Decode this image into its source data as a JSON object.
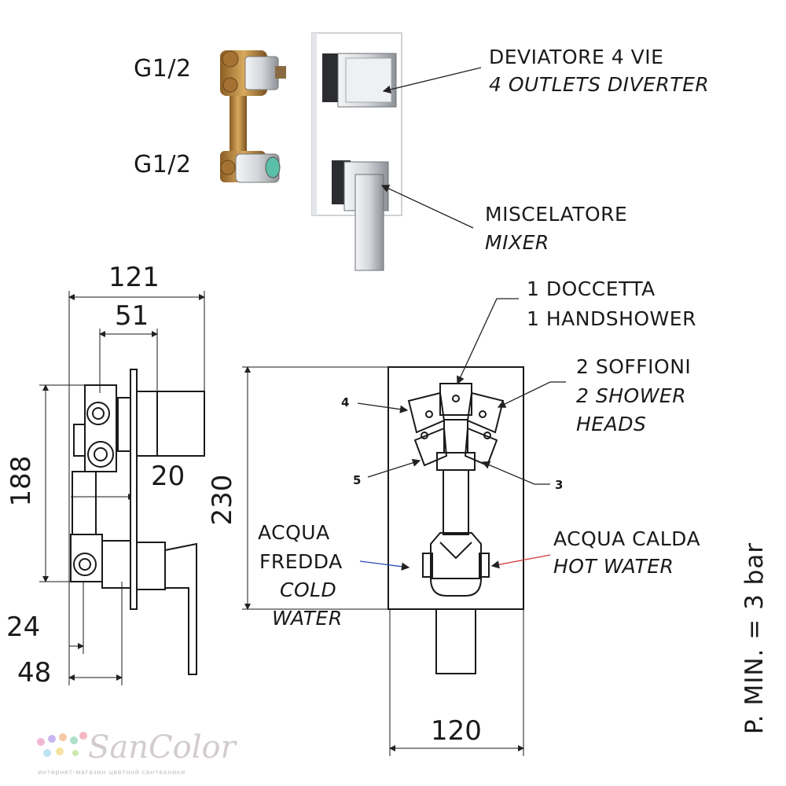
{
  "labels": {
    "thread_top": "G1/2",
    "thread_bottom": "G1/2",
    "diverter_it": "DEVIATORE 4 VIE",
    "diverter_en": "4 OUTLETS DIVERTER",
    "mixer_it": "MISCELATORE",
    "mixer_en": "MIXER",
    "handshower_it": "1 DOCCETTA",
    "handshower_en": "1 HANDSHOWER",
    "showerheads_it": "2 SOFFIONI",
    "showerheads_en_1": "2 SHOWER",
    "showerheads_en_2": "HEADS",
    "cold_it_1": "ACQUA",
    "cold_it_2": "FREDDA",
    "cold_en_1": "COLD",
    "cold_en_2": "WATER",
    "hot_it": "ACQUA CALDA",
    "hot_en": "HOT WATER",
    "pressure": "P. MIN. = 3 bar"
  },
  "outlets": {
    "o3": "3",
    "o4": "4",
    "o5": "5"
  },
  "dimensions": {
    "total_depth": "121",
    "body_depth": "51",
    "height": "188",
    "offset": "20",
    "plate_height": "230",
    "min_depth": "24",
    "max_depth": "48",
    "plate_width": "120"
  },
  "watermark": {
    "brand": "SanColor",
    "tagline": "интернет-магазин цветной сантехники"
  },
  "colors": {
    "cold_arrow": "#2d4fb4",
    "hot_arrow": "#d23a3a",
    "chrome": "#c9ccd1",
    "brass": "#b8873e"
  }
}
